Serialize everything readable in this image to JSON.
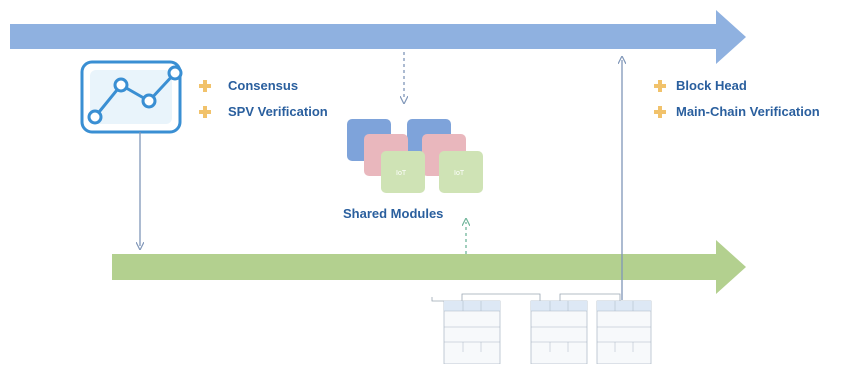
{
  "left_features": [
    "Consensus",
    "SPV Verification"
  ],
  "right_features": [
    "Block Head",
    "Main-Chain Verification"
  ],
  "shared_modules_label": "Shared Modules",
  "module_tiles": [
    "IoT",
    "IoT"
  ],
  "icons": {
    "monitor": "trend-chart-monitor-icon",
    "bullet": "plus-bullet-icon"
  },
  "colors": {
    "main_chain": "#8fb1e0",
    "side_chain": "#b3d08f",
    "label_text": "#2a5f9e",
    "bullet": "#f1c26b",
    "connector": "#7f96b8",
    "module_blue": "#7ea3da",
    "module_pink": "#e9b7bd",
    "module_green": "#cfe3b5"
  }
}
